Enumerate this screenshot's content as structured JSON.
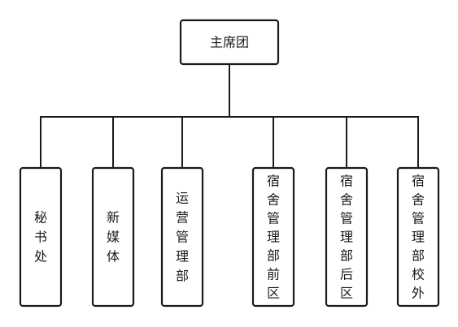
{
  "diagram": {
    "root": {
      "id": "root",
      "label": "主席团"
    },
    "children": [
      {
        "id": "secretariat",
        "label": "秘书处"
      },
      {
        "id": "new-media",
        "label": "新媒体"
      },
      {
        "id": "operations",
        "label": "运营管理部"
      },
      {
        "id": "dorm-front",
        "label": "宿舍管理部前区"
      },
      {
        "id": "dorm-back",
        "label": "宿舍管理部后区"
      },
      {
        "id": "dorm-off-campus",
        "label": "宿舍管理部校外"
      }
    ]
  }
}
